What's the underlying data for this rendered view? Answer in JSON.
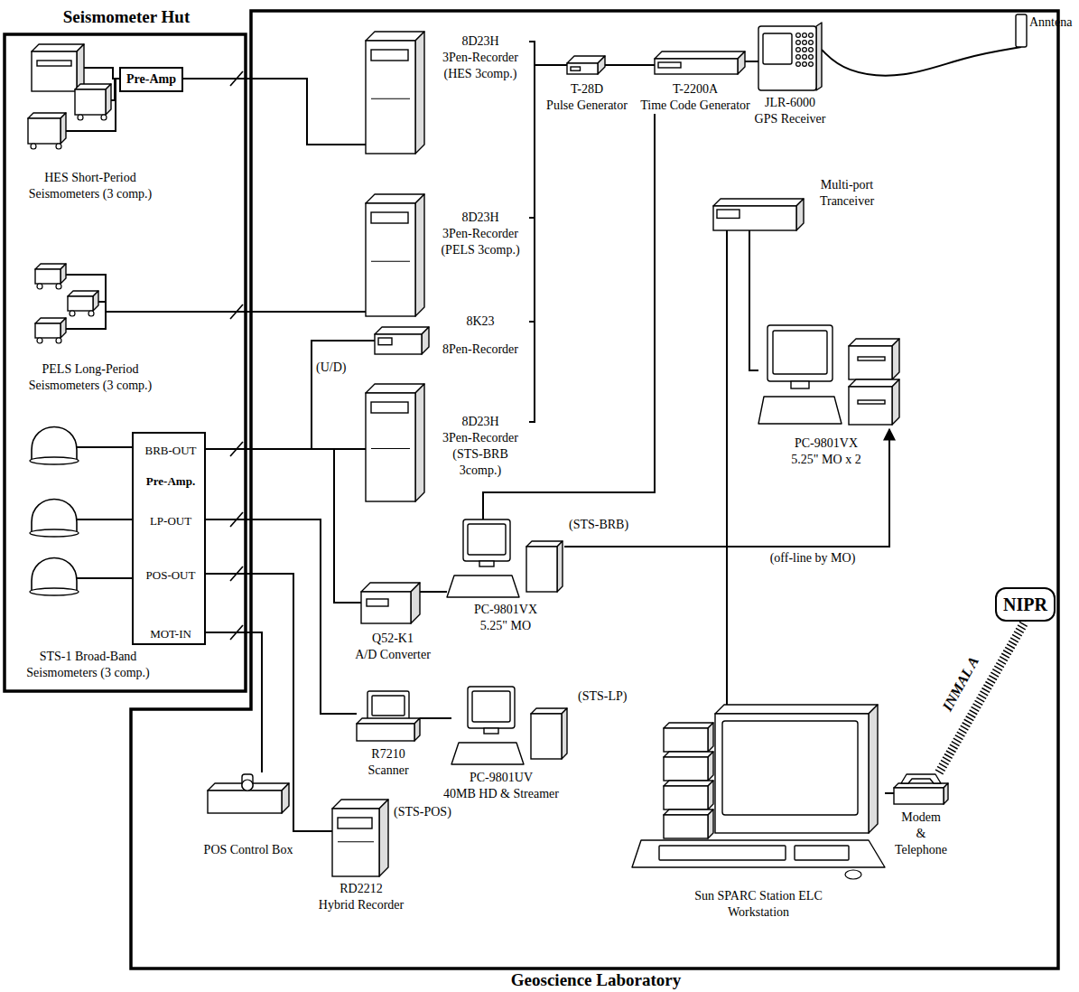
{
  "diagram": {
    "nodes": [
      {
        "text": [
          "Seismometer Hut"
        ]
      },
      {
        "text": [
          "HES Short-Period Seismometers (3 comp.)"
        ],
        "in": 0
      },
      {
        "text": [
          "Pre-Amp"
        ],
        "in": 0
      },
      {
        "text": [
          "PELS Long-Period Seismometers (3 comp.)"
        ],
        "in": 0
      },
      {
        "text": [
          "STS-1 Broad-Band Seismometers (3 comp.)"
        ],
        "in": 0
      },
      {
        "text": [
          "BRB-OUT",
          "Pre-Amp.",
          "LP-OUT",
          "POS-OUT",
          "MOT-IN"
        ],
        "in": 0
      },
      {
        "text": [
          "Geoscience Laboratory"
        ]
      },
      {
        "text": [
          "8D23H",
          "3Pen-Recorder",
          "(HES 3comp.)"
        ],
        "in": 6
      },
      {
        "text": [
          "T-28D",
          "Pulse Generator"
        ],
        "in": 6
      },
      {
        "text": [
          "T-2200A",
          "Time Code Generator"
        ],
        "in": 6
      },
      {
        "text": [
          "JLR-6000",
          "GPS Receiver"
        ],
        "in": 6
      },
      {
        "text": [
          "Anntena"
        ],
        "in": 6
      },
      {
        "text": [
          "8D23H",
          "3Pen-Recorder",
          "(PELS 3comp.)"
        ],
        "in": 6
      },
      {
        "text": [
          "Multi-port Tranceiver"
        ],
        "in": 6
      },
      {
        "text": [
          "8K23",
          "8Pen-Recorder"
        ],
        "in": 6
      },
      {
        "text": [
          "PC-9801VX",
          "5.25\" MO x 2"
        ],
        "in": 6
      },
      {
        "text": [
          "8D23H",
          "3Pen-Recorder",
          "(STS-BRB 3comp.)"
        ],
        "in": 6
      },
      {
        "text": [
          "Q52-K1",
          "A/D Converter"
        ],
        "in": 6
      },
      {
        "text": [
          "PC-9801VX",
          "5.25\" MO",
          "(STS-BRB)"
        ],
        "in": 6
      },
      {
        "text": [
          "R7210",
          "Scanner"
        ],
        "in": 6
      },
      {
        "text": [
          "PC-9801UV",
          "40MB HD & Streamer",
          "(STS-LP)"
        ],
        "in": 6
      },
      {
        "text": [
          "POS Control Box"
        ],
        "in": 6
      },
      {
        "text": [
          "RD2212",
          "Hybrid Recorder",
          "(STS-POS)"
        ],
        "in": 6
      },
      {
        "text": [
          "Sun SPARC Station ELC",
          "Workstation"
        ],
        "in": 6
      },
      {
        "text": [
          "Modem",
          "&",
          "Telephone"
        ],
        "in": 6
      },
      {
        "text": [
          "NIPR"
        ]
      }
    ],
    "edges": [
      {
        "from": 1,
        "to": 2,
        "arrow": "none"
      },
      {
        "from": 2,
        "to": 7,
        "arrow": "none"
      },
      {
        "from": 3,
        "to": 12,
        "arrow": "none"
      },
      {
        "from": 4,
        "to": 5,
        "arrow": "none"
      },
      {
        "from": 5,
        "to": 14,
        "arrow": "none"
      },
      {
        "from": 5,
        "to": 16,
        "arrow": "none"
      },
      {
        "from": 5,
        "to": 17,
        "arrow": "none"
      },
      {
        "from": 5,
        "to": 19,
        "arrow": "none"
      },
      {
        "from": 5,
        "to": 22,
        "arrow": "none"
      },
      {
        "from": 5,
        "to": 21,
        "arrow": "none"
      },
      {
        "from": 8,
        "to": 7,
        "arrow": "none"
      },
      {
        "from": 8,
        "to": 12,
        "arrow": "none"
      },
      {
        "from": 8,
        "to": 14,
        "arrow": "none"
      },
      {
        "from": 8,
        "to": 16,
        "arrow": "none"
      },
      {
        "from": 8,
        "to": 9,
        "arrow": "none"
      },
      {
        "from": 9,
        "to": 10,
        "arrow": "none"
      },
      {
        "from": 10,
        "to": 11,
        "arrow": "none"
      },
      {
        "from": 9,
        "to": 18,
        "arrow": "none"
      },
      {
        "from": 13,
        "to": 15,
        "arrow": "none"
      },
      {
        "from": 13,
        "to": 23,
        "arrow": "none"
      },
      {
        "from": 17,
        "to": 18,
        "arrow": "none"
      },
      {
        "from": 19,
        "to": 20,
        "arrow": "none"
      },
      {
        "from": 18,
        "to": 15,
        "arrow": "to",
        "label": "(off-line by MO)"
      },
      {
        "from": 23,
        "to": 24,
        "arrow": "none"
      },
      {
        "from": 24,
        "to": 25,
        "arrow": "none",
        "label": "INMAL A"
      }
    ],
    "labels": [
      "(U/D)"
    ]
  }
}
